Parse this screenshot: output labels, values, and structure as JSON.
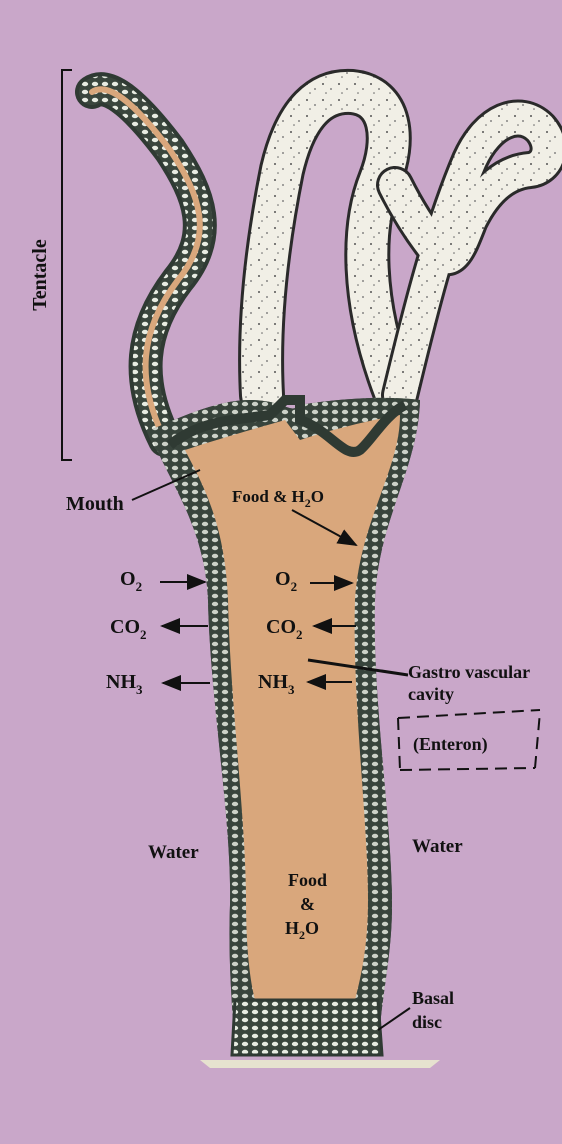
{
  "labels": {
    "tentacle": "Tentacle",
    "mouth": "Mouth",
    "food_h2o_top_a": "Food & H",
    "food_h2o_top_sub": "2",
    "food_h2o_top_b": "O",
    "o2_left": "O",
    "o2_left_sub": "2",
    "co2_left": "CO",
    "co2_left_sub": "2",
    "nh3_left": "NH",
    "nh3_left_sub": "3",
    "o2_mid": "O",
    "o2_mid_sub": "2",
    "co2_mid": "CO",
    "co2_mid_sub": "2",
    "nh3_mid": "NH",
    "nh3_mid_sub": "3",
    "gastro_line1": "Gastro vascular",
    "gastro_line2": "cavity",
    "enteron": "(Enteron)",
    "water_left": "Water",
    "water_right": "Water",
    "food_bottom_1": "Food",
    "food_bottom_2": "&",
    "food_bottom_3a": "H",
    "food_bottom_3sub": "2",
    "food_bottom_3b": "O",
    "basal_line1": "Basal",
    "basal_line2": "disc"
  },
  "colors": {
    "background": "#c9a7c9",
    "cavity": "#d9a77c",
    "body_wall": "#2f3a33",
    "tentacle_fill": "#f1efe6",
    "ink": "#111111"
  }
}
